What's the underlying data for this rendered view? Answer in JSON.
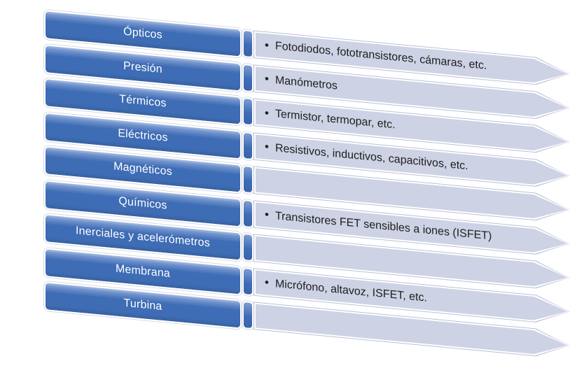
{
  "diagram": {
    "type": "smartart-vertical-arrow-list",
    "bullet_char": "•",
    "colors": {
      "background": "#ffffff",
      "box_front": "#3e6cb5",
      "box_bevel_light": "#a9bde1",
      "box_side_top": "#7e9dd3",
      "box_side_bottom": "#3a64aa",
      "box_border": "#ffffff",
      "box_text": "#ffffff",
      "arrow_fill": "#cdd2e4",
      "arrow_border": "#ffffff",
      "arrow_outline": "#bac1d6",
      "detail_text": "#1f1f1f"
    },
    "rows": [
      {
        "label": "Ópticos",
        "detail": "Fotodiodos, fototransistores, cámaras, etc."
      },
      {
        "label": "Presión",
        "detail": "Manómetros"
      },
      {
        "label": "Térmicos",
        "detail": "Termistor, termopar, etc."
      },
      {
        "label": "Eléctricos",
        "detail": "Resistivos, inductivos, capacitivos, etc."
      },
      {
        "label": "Magnéticos",
        "detail": ""
      },
      {
        "label": "Químicos",
        "detail": "Transistores FET sensibles a iones (ISFET)"
      },
      {
        "label": "Inerciales y acelerómetros",
        "detail": ""
      },
      {
        "label": "Membrana",
        "detail": "Micrófono, altavoz, ISFET, etc."
      },
      {
        "label": "Turbina",
        "detail": ""
      }
    ]
  }
}
